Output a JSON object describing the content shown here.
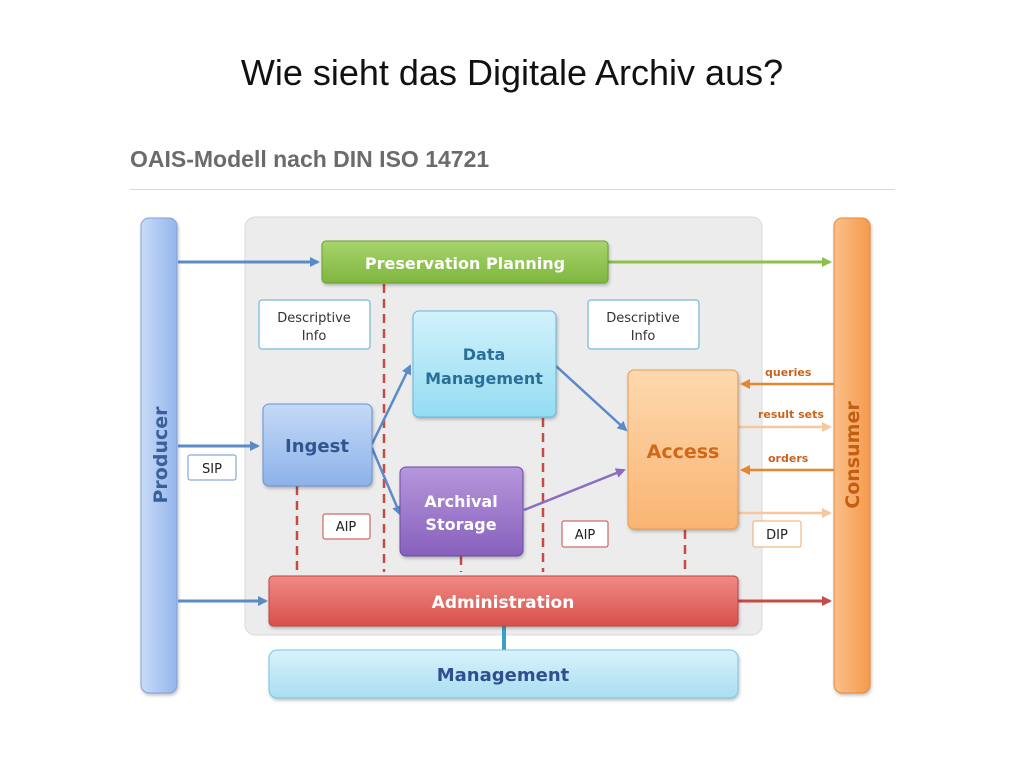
{
  "slide": {
    "title": "Wie sieht das Digitale Archiv aus?",
    "subtitle": "OAIS-Modell nach DIN ISO 14721"
  },
  "diagram": {
    "producer": "Producer",
    "consumer": "Consumer",
    "preservation_planning": "Preservation Planning",
    "descriptive_info_left": [
      "Descriptive",
      "Info"
    ],
    "descriptive_info_right": [
      "Descriptive",
      "Info"
    ],
    "data_management": [
      "Data",
      "Management"
    ],
    "ingest": "Ingest",
    "archival_storage": [
      "Archival",
      "Storage"
    ],
    "access": "Access",
    "administration": "Administration",
    "management": "Management",
    "package_labels": {
      "sip": "SIP",
      "aip_left": "AIP",
      "aip_right": "AIP",
      "dip": "DIP"
    },
    "consumer_flows": {
      "queries": "queries",
      "result_sets": "result sets",
      "orders": "orders"
    },
    "colors": {
      "producer": "#a9c4f0",
      "consumer": "#f9a860",
      "preservation_planning": "#8cc04a",
      "data_management": "#a8e4f6",
      "ingest": "#9ec0ee",
      "archival_storage": "#9a74c8",
      "access": "#fbc68c",
      "administration": "#e0605c",
      "management": "#bfe7f5",
      "dashed_line": "#c84a44",
      "arrow_blue": "#5b8ac8",
      "arrow_orange": "#e8852e"
    }
  }
}
